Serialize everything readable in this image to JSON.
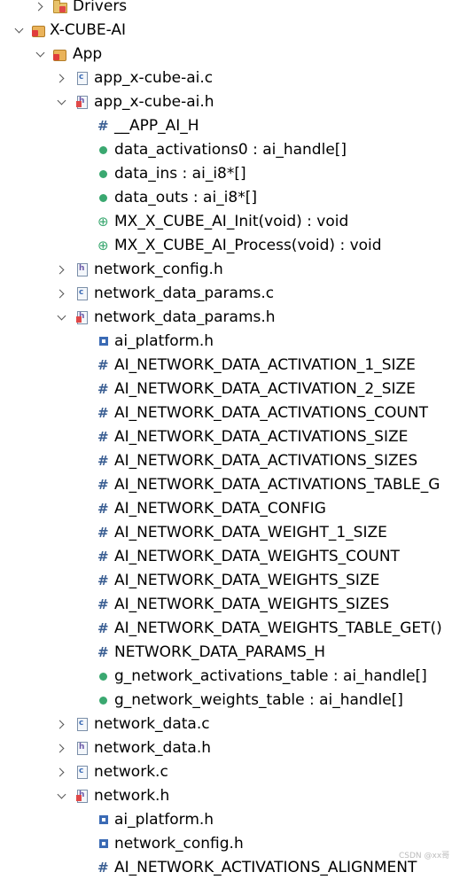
{
  "tree": [
    {
      "label": "Drivers",
      "depth": 0,
      "chevron": "collapsed",
      "icon": "folder",
      "icon_name": "folder-icon"
    },
    {
      "label": "X-CUBE-AI",
      "depth": -1,
      "chevron": "expanded",
      "icon": "project",
      "icon_name": "project-folder-icon"
    },
    {
      "label": "App",
      "depth": 0,
      "chevron": "expanded",
      "icon": "project",
      "icon_name": "folder-icon"
    },
    {
      "label": "app_x-cube-ai.c",
      "depth": 1,
      "chevron": "collapsed",
      "icon": "file-c",
      "icon_name": "c-source-file-icon"
    },
    {
      "label": "app_x-cube-ai.h",
      "depth": 1,
      "chevron": "expanded",
      "icon": "file-hx",
      "icon_name": "header-file-icon"
    },
    {
      "label": "__APP_AI_H",
      "depth": 2,
      "icon": "hash",
      "icon_name": "macro-icon"
    },
    {
      "label": "data_activations0 : ai_handle[]",
      "depth": 2,
      "icon": "dot",
      "icon_name": "variable-icon"
    },
    {
      "label": "data_ins : ai_i8*[]",
      "depth": 2,
      "icon": "dot",
      "icon_name": "variable-icon"
    },
    {
      "label": "data_outs : ai_i8*[]",
      "depth": 2,
      "icon": "dot",
      "icon_name": "variable-icon"
    },
    {
      "label": "MX_X_CUBE_AI_Init(void) : void",
      "depth": 2,
      "icon": "fn",
      "icon_name": "function-icon"
    },
    {
      "label": "MX_X_CUBE_AI_Process(void) : void",
      "depth": 2,
      "icon": "fn",
      "icon_name": "function-icon"
    },
    {
      "label": "network_config.h",
      "depth": 1,
      "chevron": "collapsed",
      "icon": "file-h",
      "icon_name": "header-file-icon"
    },
    {
      "label": "network_data_params.c",
      "depth": 1,
      "chevron": "collapsed",
      "icon": "file-c",
      "icon_name": "c-source-file-icon"
    },
    {
      "label": "network_data_params.h",
      "depth": 1,
      "chevron": "expanded",
      "icon": "file-hx",
      "icon_name": "header-file-icon"
    },
    {
      "label": "ai_platform.h",
      "depth": 2,
      "icon": "inc",
      "icon_name": "include-icon"
    },
    {
      "label": "AI_NETWORK_DATA_ACTIVATION_1_SIZE",
      "depth": 2,
      "icon": "hash",
      "icon_name": "macro-icon"
    },
    {
      "label": "AI_NETWORK_DATA_ACTIVATION_2_SIZE",
      "depth": 2,
      "icon": "hash",
      "icon_name": "macro-icon"
    },
    {
      "label": "AI_NETWORK_DATA_ACTIVATIONS_COUNT",
      "depth": 2,
      "icon": "hash",
      "icon_name": "macro-icon"
    },
    {
      "label": "AI_NETWORK_DATA_ACTIVATIONS_SIZE",
      "depth": 2,
      "icon": "hash",
      "icon_name": "macro-icon"
    },
    {
      "label": "AI_NETWORK_DATA_ACTIVATIONS_SIZES",
      "depth": 2,
      "icon": "hash",
      "icon_name": "macro-icon"
    },
    {
      "label": "AI_NETWORK_DATA_ACTIVATIONS_TABLE_G",
      "depth": 2,
      "icon": "hash",
      "icon_name": "macro-icon"
    },
    {
      "label": "AI_NETWORK_DATA_CONFIG",
      "depth": 2,
      "icon": "hash",
      "icon_name": "macro-icon"
    },
    {
      "label": "AI_NETWORK_DATA_WEIGHT_1_SIZE",
      "depth": 2,
      "icon": "hash",
      "icon_name": "macro-icon"
    },
    {
      "label": "AI_NETWORK_DATA_WEIGHTS_COUNT",
      "depth": 2,
      "icon": "hash",
      "icon_name": "macro-icon"
    },
    {
      "label": "AI_NETWORK_DATA_WEIGHTS_SIZE",
      "depth": 2,
      "icon": "hash",
      "icon_name": "macro-icon"
    },
    {
      "label": "AI_NETWORK_DATA_WEIGHTS_SIZES",
      "depth": 2,
      "icon": "hash",
      "icon_name": "macro-icon"
    },
    {
      "label": "AI_NETWORK_DATA_WEIGHTS_TABLE_GET()",
      "depth": 2,
      "icon": "hash",
      "icon_name": "macro-icon"
    },
    {
      "label": "NETWORK_DATA_PARAMS_H",
      "depth": 2,
      "icon": "hash",
      "icon_name": "macro-icon"
    },
    {
      "label": "g_network_activations_table : ai_handle[]",
      "depth": 2,
      "icon": "dot",
      "icon_name": "variable-icon"
    },
    {
      "label": "g_network_weights_table : ai_handle[]",
      "depth": 2,
      "icon": "dot",
      "icon_name": "variable-icon"
    },
    {
      "label": "network_data.c",
      "depth": 1,
      "chevron": "collapsed",
      "icon": "file-c",
      "icon_name": "c-source-file-icon"
    },
    {
      "label": "network_data.h",
      "depth": 1,
      "chevron": "collapsed",
      "icon": "file-h",
      "icon_name": "header-file-icon"
    },
    {
      "label": "network.c",
      "depth": 1,
      "chevron": "collapsed",
      "icon": "file-c",
      "icon_name": "c-source-file-icon"
    },
    {
      "label": "network.h",
      "depth": 1,
      "chevron": "expanded",
      "icon": "file-hx",
      "icon_name": "header-file-icon"
    },
    {
      "label": "ai_platform.h",
      "depth": 2,
      "icon": "inc",
      "icon_name": "include-icon"
    },
    {
      "label": "network_config.h",
      "depth": 2,
      "icon": "inc",
      "icon_name": "include-icon"
    },
    {
      "label": "AI_NETWORK_ACTIVATIONS_ALIGNMENT",
      "depth": 2,
      "icon": "hash",
      "icon_name": "macro-icon"
    }
  ],
  "colors": {
    "variable": "#3aa870",
    "macro": "#3b5f93",
    "folder": "#e8c26a",
    "error_badge": "#e04848"
  },
  "watermark": "CSDN @xx哥"
}
